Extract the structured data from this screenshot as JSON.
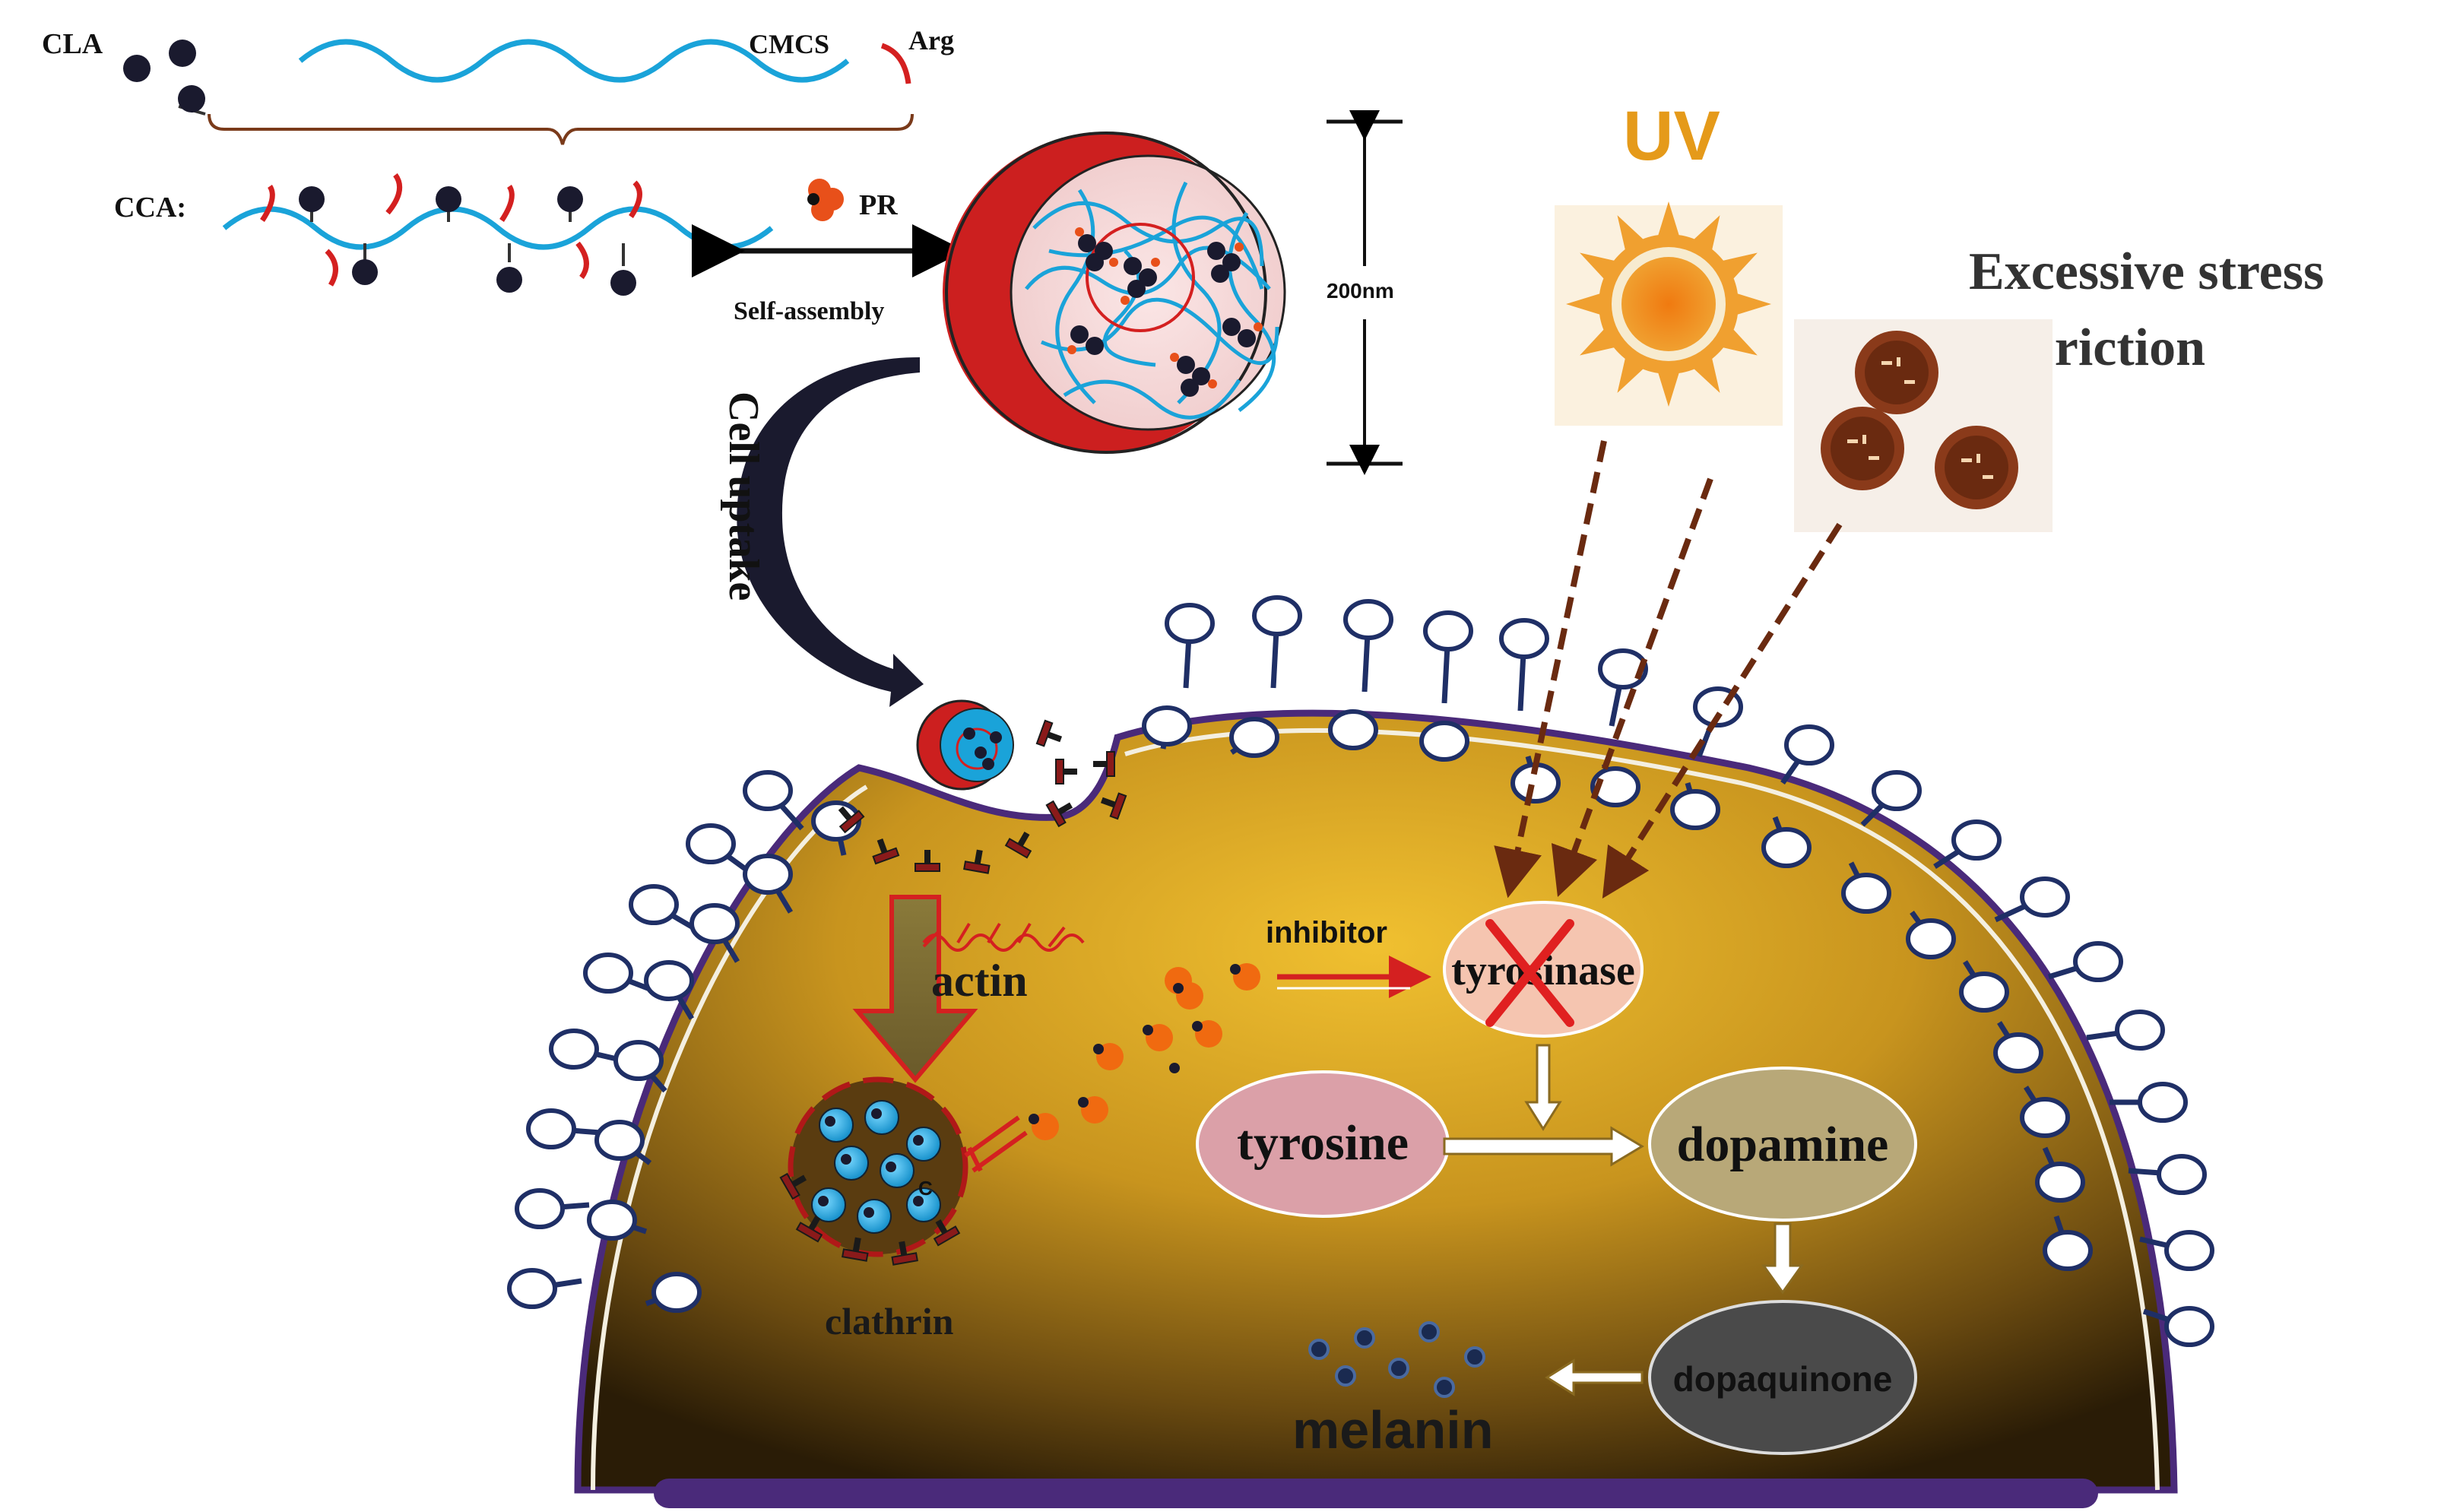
{
  "labels": {
    "cla": "CLA",
    "cmcs": "CMCS",
    "arg": "Arg",
    "cca": "CCA:",
    "pr": "PR",
    "self_assembly": "Self-assembly",
    "size": "200nm",
    "uv": "UV",
    "excessive_stress": "Excessive stress",
    "friction": "Friction",
    "cell_uptake": "Cell uptake",
    "actin": "actin",
    "clathrin": "clathrin",
    "inhibitor": "inhibitor",
    "tyrosinase": "tyrosinase",
    "tyrosine": "tyrosine",
    "dopamine": "dopamine",
    "dopaquinone": "dopaquinone",
    "melanin": "melanin",
    "vesicle_c": "C"
  },
  "colors": {
    "chain_blue": "#1aa3d9",
    "arg_red": "#d42020",
    "dark_ball": "#1a1a2e",
    "nano_red": "#cc1f1f",
    "nano_pink": "#f3d6d6",
    "membrane_purple": "#4a2a7a",
    "cytoplasm_gold": "#d9a520",
    "cytoplasm_dark": "#3a2808",
    "uv_orange": "#e59a1a",
    "sun_orange": "#f08a10",
    "arrow_brown": "#6a2a10",
    "tyrosinase_fill": "#f5c5b0",
    "tyrosine_fill": "#dba0a8",
    "dopamine_fill": "#b8a878",
    "dopaquinone_fill": "#4a4a4a",
    "receptor_navy": "#1f2f66"
  }
}
